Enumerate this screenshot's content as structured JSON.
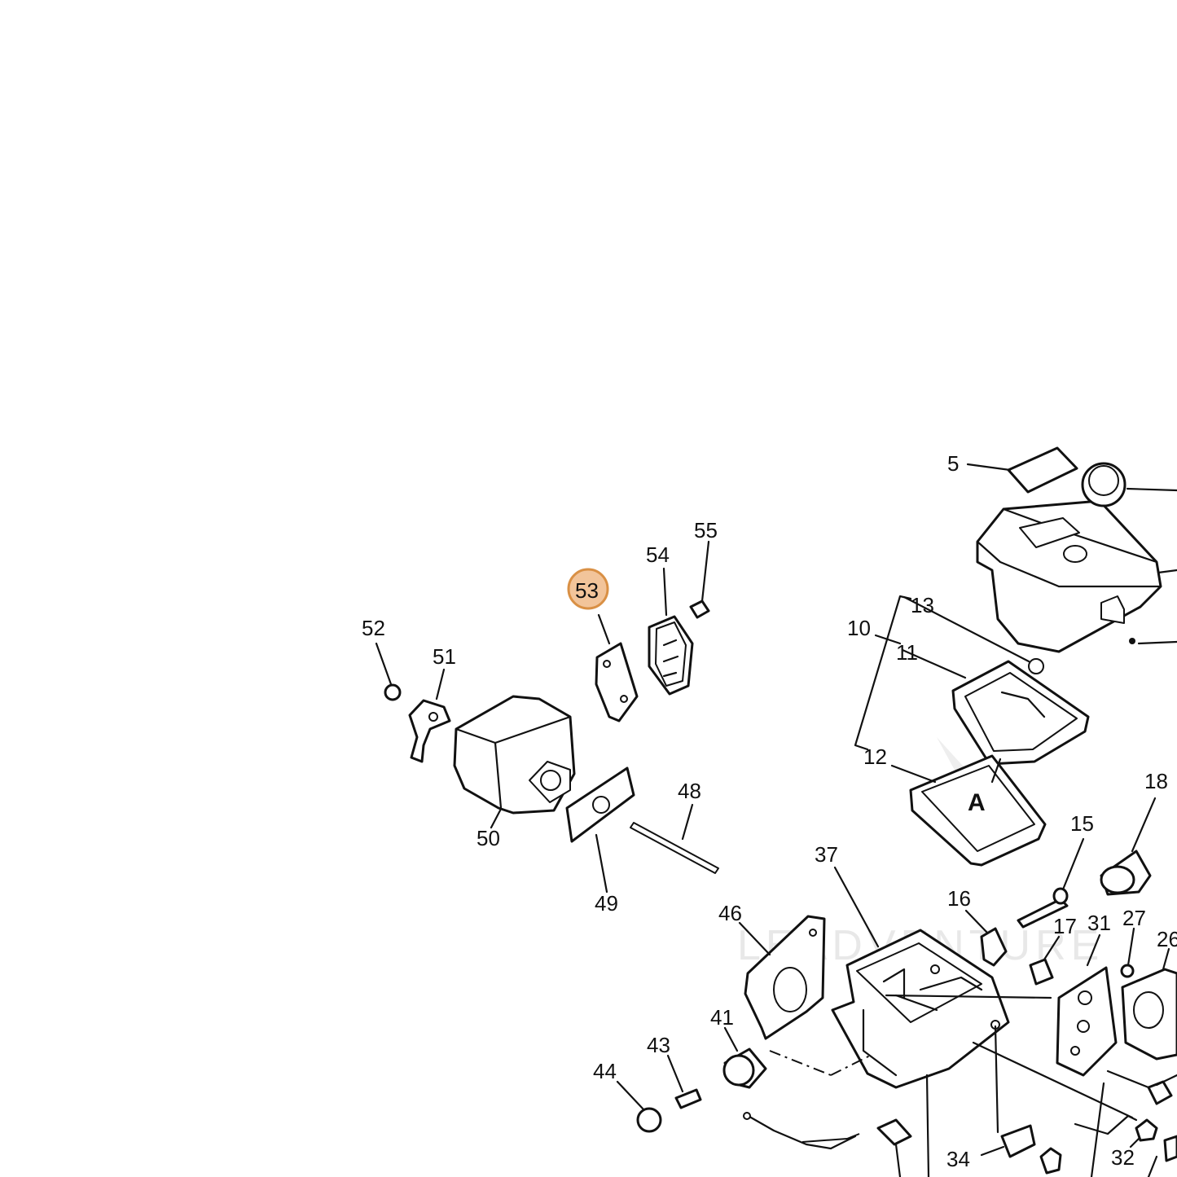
{
  "diagram": {
    "highlighted_part": "53",
    "watermark": "LEADVENTURE",
    "labels": {
      "p5": "5",
      "p10": "10",
      "p11": "11",
      "p12": "12",
      "p13": "13",
      "p15": "15",
      "p16": "16",
      "p17": "17",
      "p18": "18",
      "p26": "26",
      "p27": "27",
      "p31": "31",
      "p32": "32",
      "p34": "34",
      "p37": "37",
      "p41": "41",
      "p43": "43",
      "p44": "44",
      "p46": "46",
      "p48": "48",
      "p49": "49",
      "p50": "50",
      "p51": "51",
      "p52": "52",
      "p53": "53",
      "p54": "54",
      "p55": "55",
      "pA": "A"
    },
    "colors": {
      "highlight_fill": "#f2c49a",
      "highlight_stroke": "#d99045",
      "line": "#111111"
    }
  }
}
